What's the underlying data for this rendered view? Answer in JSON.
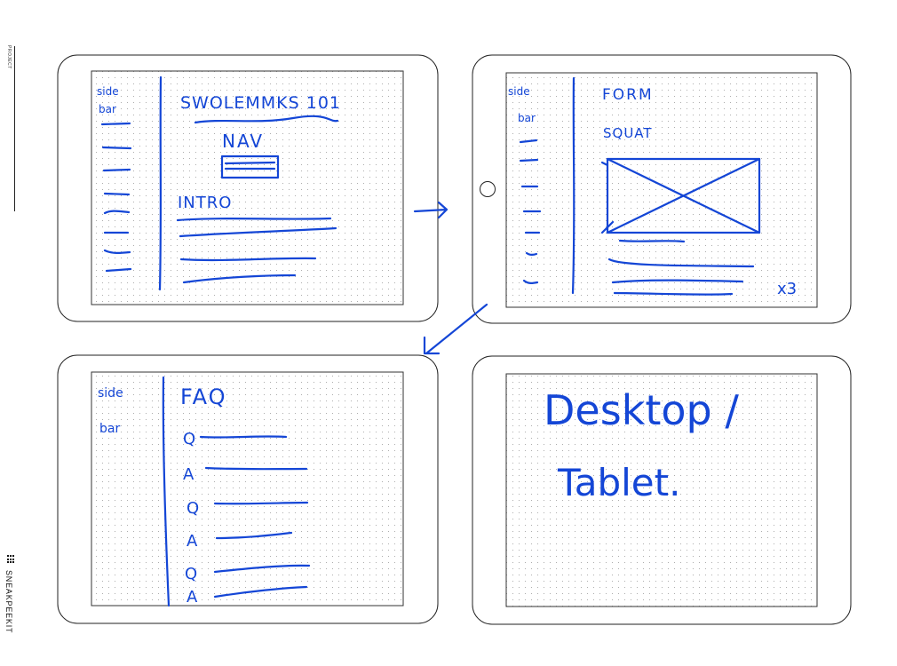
{
  "sidebar": {
    "project_label": "PROJECT",
    "brand_label": "SNEAKPEEKIT",
    "brand_icon": "dot-grid-icon"
  },
  "ink_color": "#1446d6",
  "frames": [
    {
      "sidebar_label": [
        "side",
        "bar"
      ],
      "heading": "SWOLEMMKS 101",
      "nav_label": "NAV",
      "intro_label": "INTRO"
    },
    {
      "sidebar_label": [
        "side",
        "bar"
      ],
      "heading_lines": [
        "FORM",
        "SQUAT"
      ],
      "repeat_label": "x3"
    },
    {
      "sidebar_label": [
        "side",
        "bar"
      ],
      "heading": "FAQ",
      "faq_items": [
        "Q",
        "A",
        "Q",
        "A",
        "Q",
        "A"
      ]
    },
    {
      "note_lines": [
        "Desktop /",
        "Tablet."
      ]
    }
  ]
}
